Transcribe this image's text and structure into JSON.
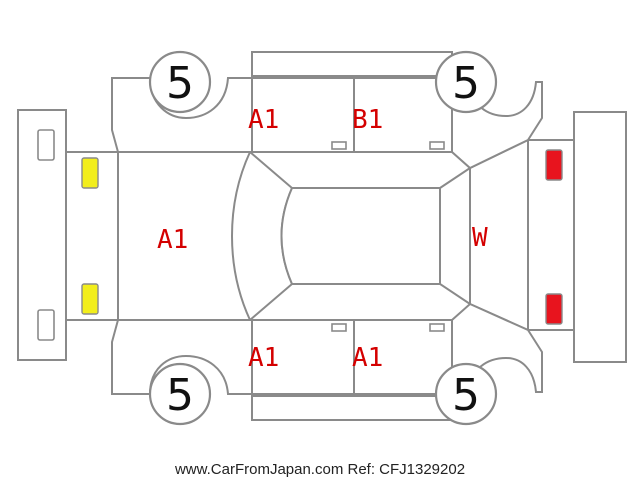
{
  "wheels": {
    "front_left": "5",
    "front_right": "5",
    "rear_left": "5",
    "rear_right": "5"
  },
  "damage_marks": {
    "hood": "A1",
    "front_left_door": "A1",
    "rear_left_door": "B1",
    "front_right_door": "A1",
    "rear_right_door": "A1",
    "rear_glass": "W"
  },
  "lamp_colors": {
    "front": "#f2ee1c",
    "rear": "#e8141e"
  },
  "footer": {
    "watermark": "www.CarFromJapan.com Ref: CFJ1329202"
  }
}
